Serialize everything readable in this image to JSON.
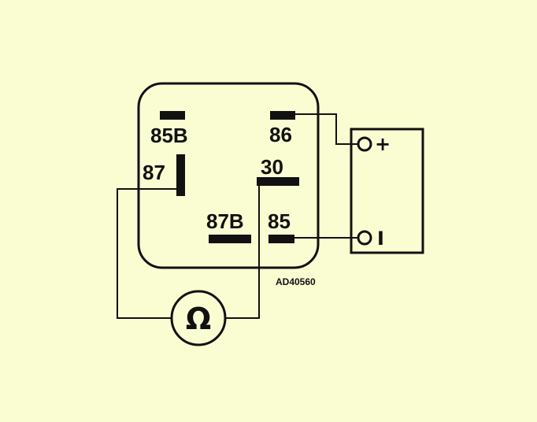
{
  "diagram": {
    "pins": {
      "p85b": "85B",
      "p86": "86",
      "p87": "87",
      "p30": "30",
      "p87b": "87B",
      "p85": "85"
    },
    "battery": {
      "positive": "+",
      "negative": "I"
    },
    "meter": {
      "symbol": "Ω"
    },
    "figure_code": "AD40560"
  },
  "colors": {
    "background": "#fafcd2",
    "ink": "#111111"
  }
}
